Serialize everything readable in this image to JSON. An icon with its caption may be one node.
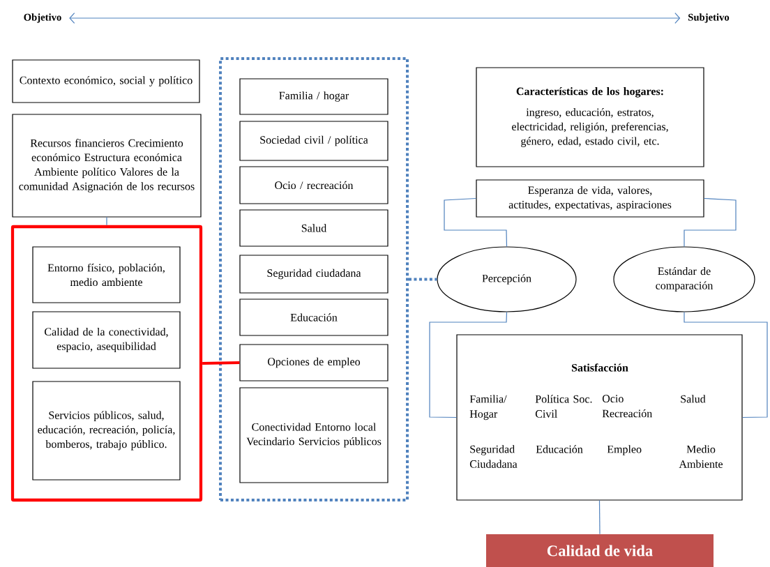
{
  "diagram": {
    "nodes": [
      {
        "text": [
          "Objetivo"
        ]
      },
      {
        "text": [
          "Subjetivo"
        ]
      },
      {
        "text": [
          "Contexto económico, social y político"
        ]
      },
      {
        "text": [
          "Recursos financieros Crecimiento económico Estructura económica Ambiente político Valores de la comunidad Asignación de los recursos"
        ]
      },
      {
        "text": [],
        "shape": "box"
      },
      {
        "text": [
          "Entorno físico, población, medio ambiente"
        ],
        "in": 4
      },
      {
        "text": [
          "Calidad de la conectividad, espacio, asequibilidad"
        ],
        "in": 4
      },
      {
        "text": [
          "Servicios públicos, salud, educación, recreación, policía, bomberos, trabajo público."
        ],
        "in": 4
      },
      {
        "text": [],
        "shape": "box"
      },
      {
        "text": [
          "Familia / hogar"
        ],
        "in": 8
      },
      {
        "text": [
          "Sociedad civil / política"
        ],
        "in": 8
      },
      {
        "text": [
          "Ocio / recreación"
        ],
        "in": 8
      },
      {
        "text": [
          "Salud"
        ],
        "in": 8
      },
      {
        "text": [
          "Seguridad ciudadana"
        ],
        "in": 8
      },
      {
        "text": [
          "Educación"
        ],
        "in": 8
      },
      {
        "text": [
          "Opciones de empleo"
        ],
        "in": 8
      },
      {
        "text": [
          "Conectividad Entorno local Vecindario Servicios públicos"
        ],
        "in": 8
      },
      {
        "text": [
          "Características de los hogares:",
          "ingreso, educación, estratos, electricidad, religión, preferencias, género, edad, estado civil, etc."
        ]
      },
      {
        "text": [
          "Esperanza de vida, valores, actitudes, expectativas, aspiraciones"
        ]
      },
      {
        "text": [
          "Percepción"
        ]
      },
      {
        "text": [
          "Estándar de comparación"
        ]
      },
      {
        "text": [
          "Satisfacción",
          "Familia/ Hogar",
          "Política Soc. Civil",
          "Ocio Recreación",
          "Salud",
          "Seguridad Ciudadana",
          "Educación",
          "Empleo",
          "Medio Ambiente"
        ]
      },
      {
        "text": [
          "Calidad de vida"
        ]
      }
    ],
    "edges": [
      {
        "from": 0,
        "to": 1,
        "arrow": "both"
      },
      {
        "from": 3,
        "to": 4,
        "arrow": "none"
      },
      {
        "from": 4,
        "to": 15,
        "arrow": "none",
        "style": "thick",
        "color": "#ff0000"
      },
      {
        "from": 8,
        "to": 19,
        "arrow": "none",
        "style": "dashed"
      },
      {
        "from": 18,
        "to": 19,
        "arrow": "none"
      },
      {
        "from": 18,
        "to": 20,
        "arrow": "none"
      },
      {
        "from": 19,
        "to": 21,
        "arrow": "none"
      },
      {
        "from": 20,
        "to": 21,
        "arrow": "none"
      },
      {
        "from": 21,
        "to": 22,
        "arrow": "none"
      }
    ]
  }
}
